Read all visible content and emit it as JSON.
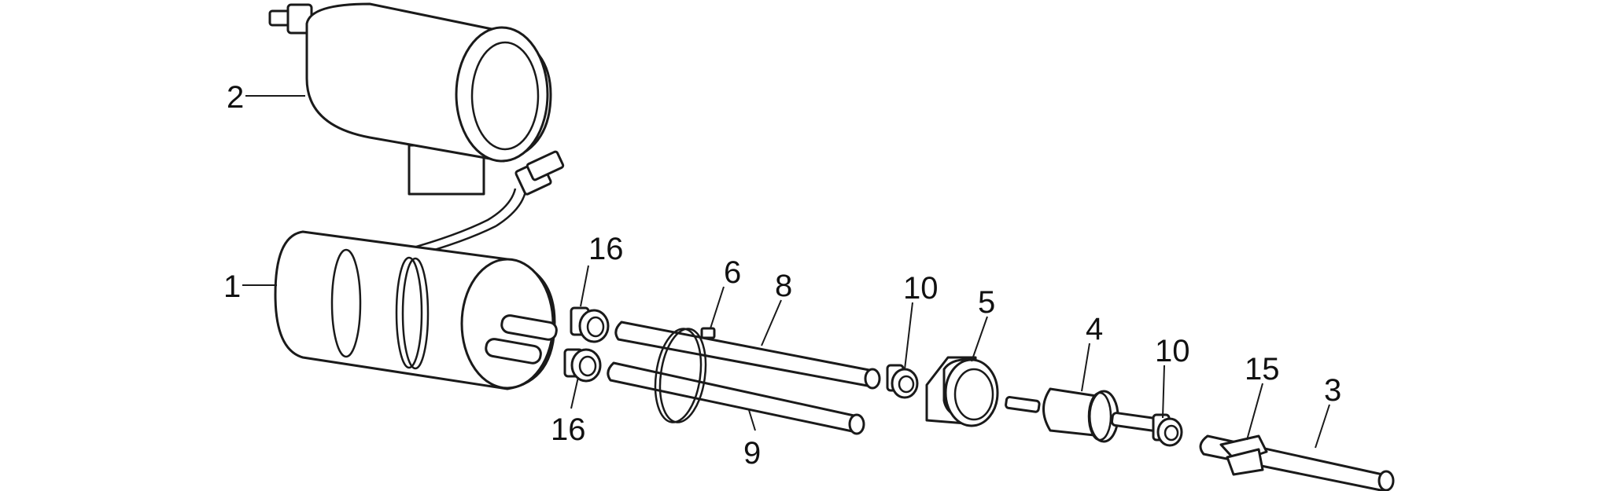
{
  "diagram": {
    "labels": {
      "l1": "1",
      "l2": "2",
      "l3": "3",
      "l4": "4",
      "l5": "5",
      "l6": "6",
      "l8": "8",
      "l9": "9",
      "l10a": "10",
      "l10b": "10",
      "l15": "15",
      "l16a": "16",
      "l16b": "16"
    },
    "colors": {
      "line": "#1a1a1a",
      "fill": "#ffffff",
      "background": "#ffffff"
    }
  }
}
